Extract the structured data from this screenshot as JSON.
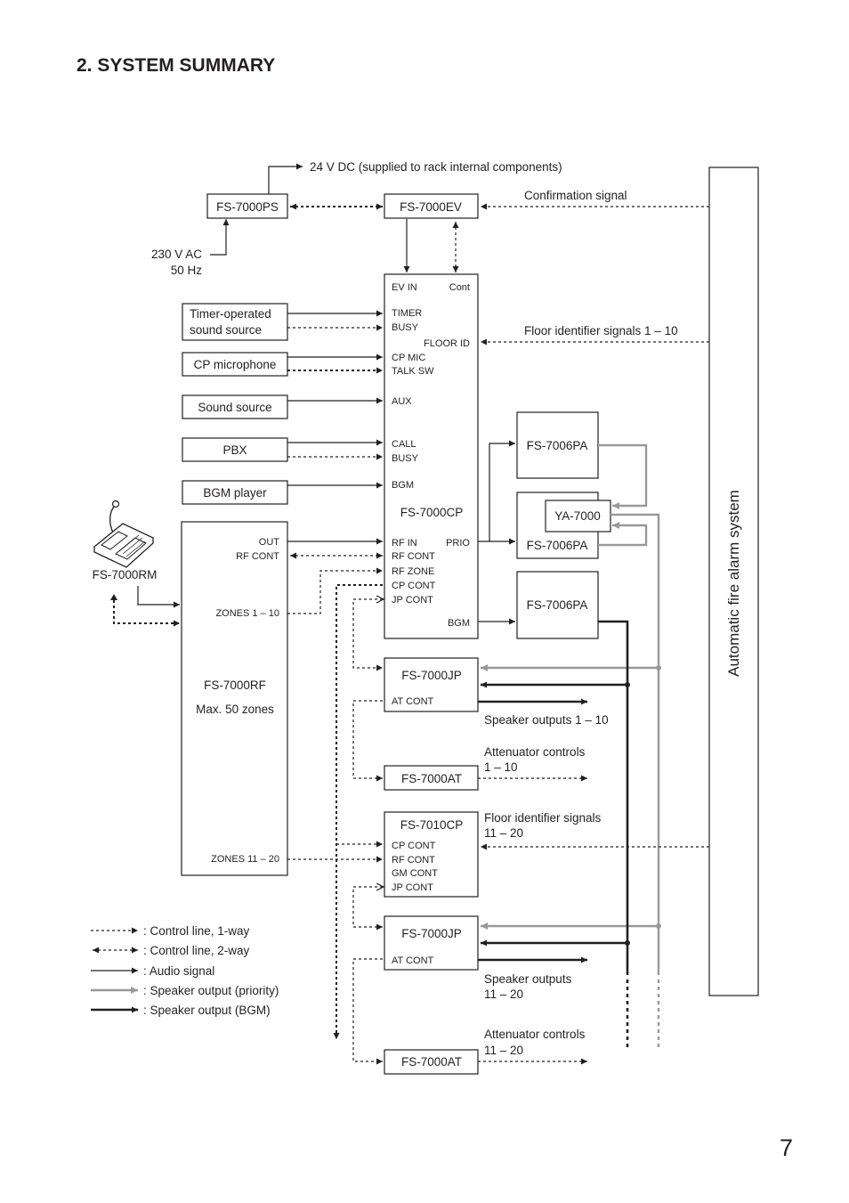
{
  "page": {
    "heading": "2. SYSTEM SUMMARY",
    "page_number": "7"
  },
  "diagram": {
    "power_note": "24 V DC (supplied to rack internal components)",
    "ac_line1": "230 V AC",
    "ac_line2": "50 Hz",
    "fire_alarm": "Automatic fire alarm system",
    "blocks": {
      "ps": "FS-7000PS",
      "ev": "FS-7000EV",
      "timer_line1": "Timer-operated",
      "timer_line2": "sound source",
      "cp_mic": "CP microphone",
      "sound_source": "Sound source",
      "pbx": "PBX",
      "bgm_player": "BGM player",
      "cp": "FS-7000CP",
      "pa1": "FS-7006PA",
      "pa2": "FS-7006PA",
      "pa3": "FS-7006PA",
      "ya": "YA-7000",
      "rf": "FS-7000RF",
      "rf_sub": "Max. 50 zones",
      "rm": "FS-7000RM",
      "jp1": "FS-7000JP",
      "at1": "FS-7000AT",
      "cp10": "FS-7010CP",
      "jp2": "FS-7000JP",
      "at2": "FS-7000AT"
    },
    "ports": {
      "ev_in": "EV IN",
      "cont": "Cont",
      "timer": "TIMER",
      "busy1": "BUSY",
      "floor_id": "FLOOR ID",
      "cp_mic": "CP MIC",
      "talk_sw": "TALK SW",
      "aux": "AUX",
      "call": "CALL",
      "busy2": "BUSY",
      "bgm_in": "BGM",
      "rf_in": "RF IN",
      "prio": "PRIO",
      "rf_cont": "RF CONT",
      "rf_zone": "RF ZONE",
      "cp_cont": "CP CONT",
      "jp_cont": "JP CONT",
      "bgm_out": "BGM",
      "rf_out": "OUT",
      "rf_rfcont": "RF CONT",
      "zones1": "ZONES 1 – 10",
      "zones2": "ZONES 11 – 20",
      "jp1_at": "AT CONT",
      "c10_cp": "CP CONT",
      "c10_rf": "RF CONT",
      "c10_gm": "GM CONT",
      "c10_jp": "JP CONT",
      "jp2_at": "AT CONT"
    },
    "labels": {
      "confirmation": "Confirmation signal",
      "floor_1_10": "Floor identifier signals 1 – 10",
      "spk_1_10": "Speaker outputs 1 – 10",
      "att1_line1": "Attenuator controls",
      "att1_line2": "1 – 10",
      "floor2_line1": "Floor identifier signals",
      "floor2_line2": "11 – 20",
      "spk2_line1": "Speaker outputs",
      "spk2_line2": "11 – 20",
      "att2_line1": "Attenuator controls",
      "att2_line2": "11 – 20"
    },
    "legend": [
      {
        "style": "dash",
        "label": ": Control line, 1-way"
      },
      {
        "style": "dash-2way",
        "label": ": Control line, 2-way"
      },
      {
        "style": "solid",
        "label": ": Audio signal"
      },
      {
        "style": "gray",
        "label": ": Speaker output (priority)"
      },
      {
        "style": "bgm",
        "label": ": Speaker output (BGM)"
      }
    ]
  }
}
